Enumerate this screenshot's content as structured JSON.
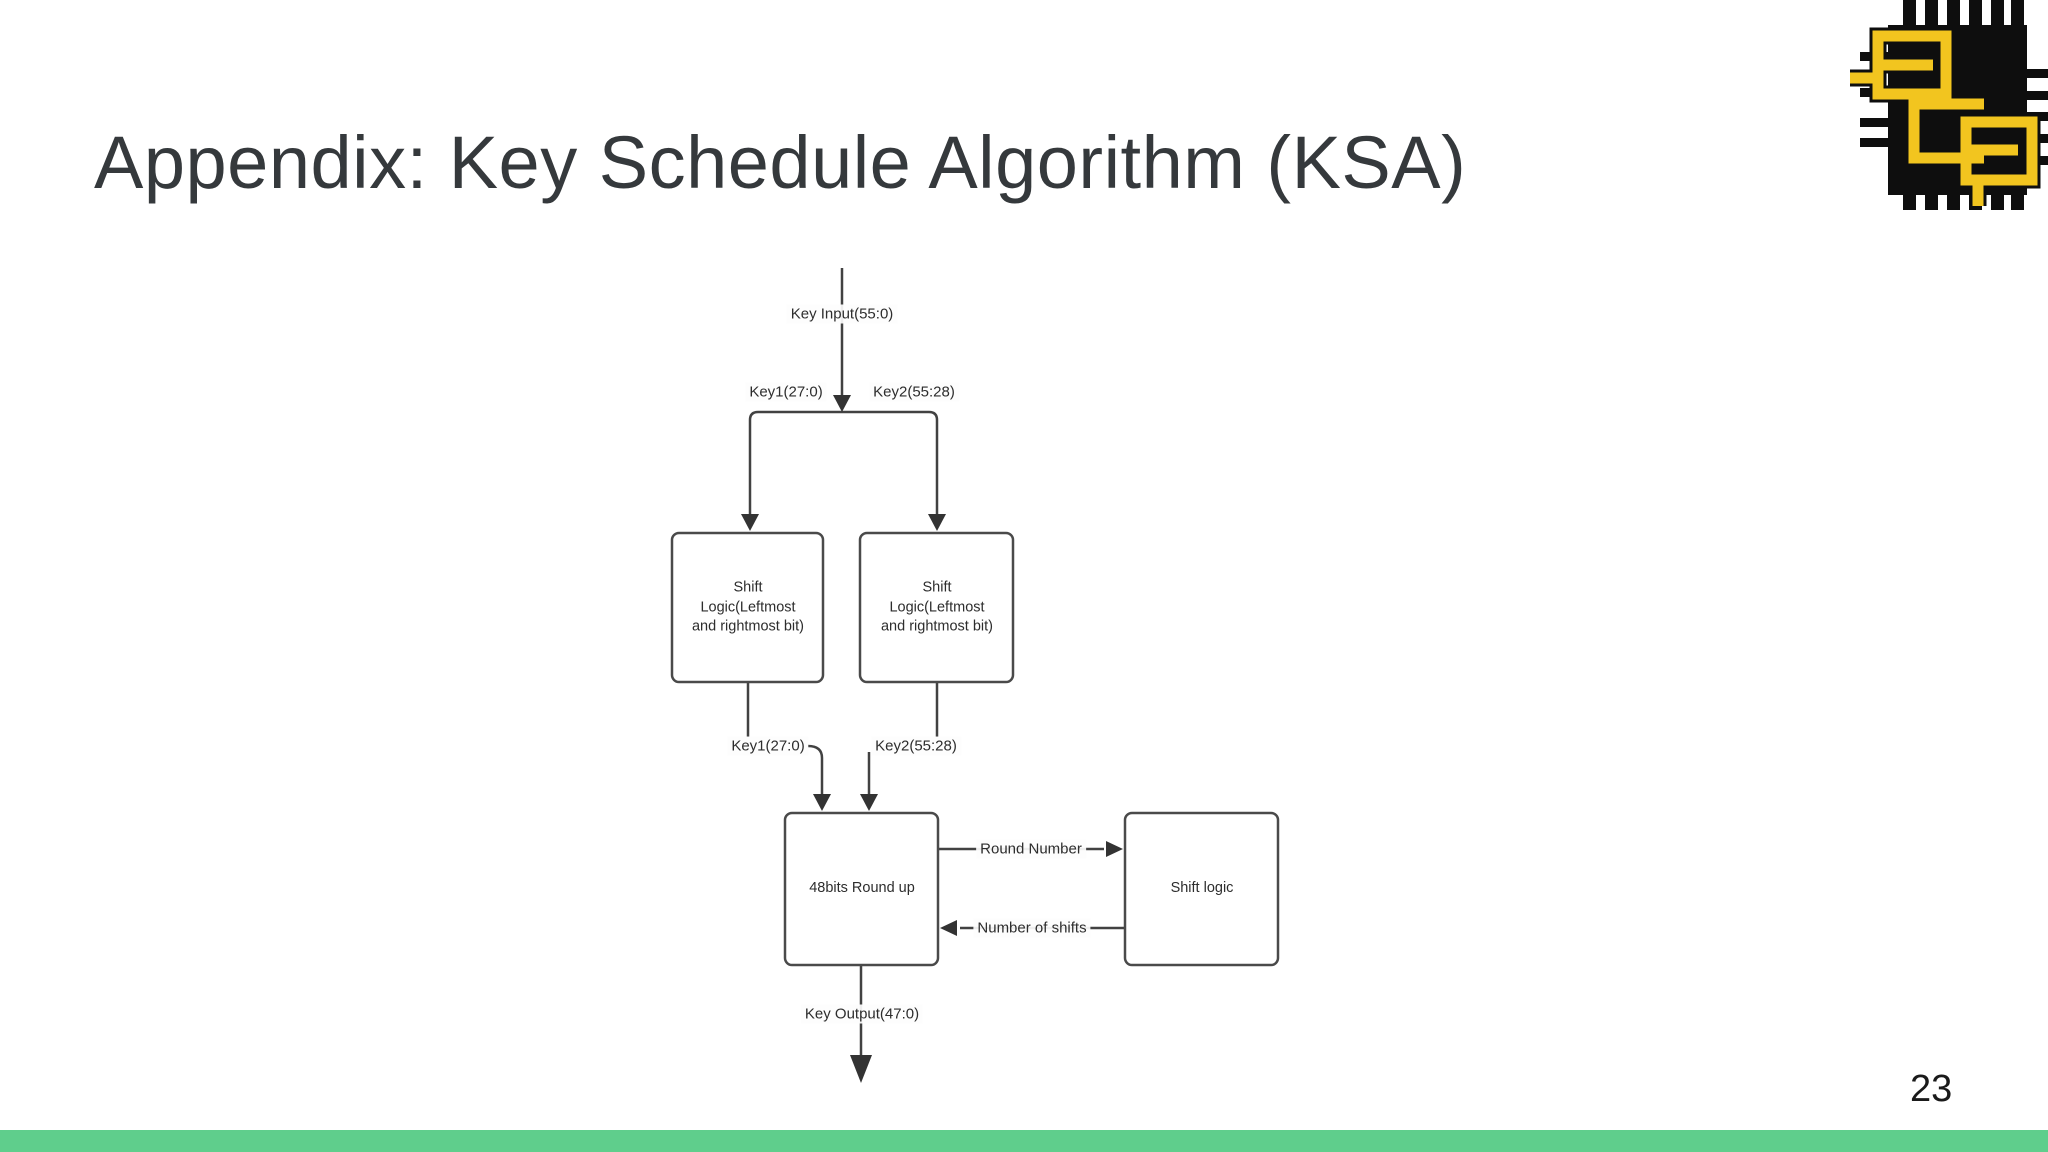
{
  "slide": {
    "title": "Appendix: Key Schedule Algorithm (KSA)",
    "page_number": "23",
    "accent_color": "#5fce8c"
  },
  "logo": {
    "name": "ece-chip-logo",
    "chip_color": "#0e0e0e",
    "trace_color": "#f2c51f"
  },
  "diagram": {
    "input_label": "Key Input(55:0)",
    "split_labels": {
      "left": "Key1(27:0)",
      "right": "Key2(55:28)"
    },
    "shift_boxes": {
      "left": "Shift\nLogic(Leftmost\nand rightmost bit)",
      "right": "Shift\nLogic(Leftmost\nand rightmost bit)"
    },
    "mid_labels": {
      "left": "Key1(27:0)",
      "right": "Key2(55:28)"
    },
    "round_up_box": "48bits Round up",
    "shift_logic_box": "Shift logic",
    "round_number_label": "Round Number",
    "number_of_shifts_label": "Number of shifts",
    "output_label": "Key Output(47:0)"
  }
}
